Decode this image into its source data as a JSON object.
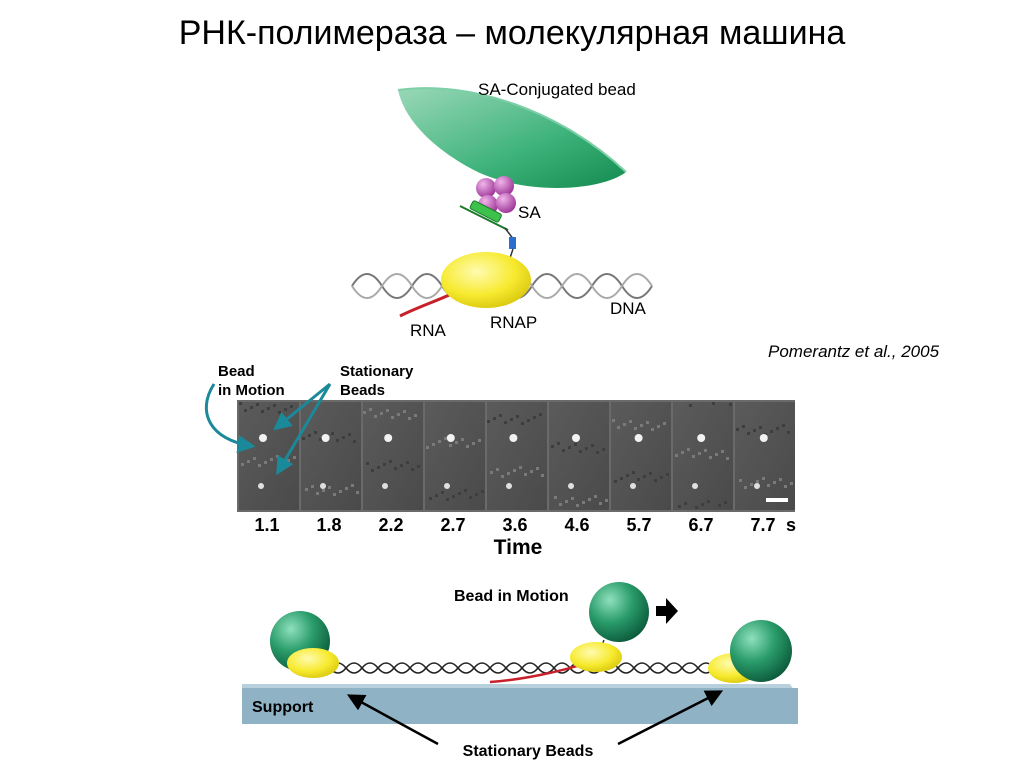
{
  "slide": {
    "title": "РНК-полимераза – молекулярная машина",
    "citation": "Pomerantz et al., 2005"
  },
  "schematic": {
    "bead_label": "SA-Conjugated bead",
    "sa_label": "SA",
    "rna_label": "RNA",
    "rnap_label": "RNAP",
    "dna_label": "DNA"
  },
  "microscopy": {
    "bead_in_motion_line1": "Bead",
    "bead_in_motion_line2": "in Motion",
    "stationary_line1": "Stationary",
    "stationary_line2": "Beads",
    "frames": [
      "1.1",
      "1.8",
      "2.2",
      "2.7",
      "3.6",
      "4.6",
      "5.7",
      "6.7",
      "7.7"
    ],
    "time_unit": "s",
    "axis_label": "Time"
  },
  "bottom_diagram": {
    "bead_in_motion": "Bead in Motion",
    "support_label": "Support",
    "stationary_beads": "Stationary Beads"
  },
  "colors": {
    "bead_green": "#2aa56e",
    "rnap_yellow": "#f5e93a",
    "sa_purple": "#b04fa8",
    "rna_red": "#c8202a",
    "arrow_teal": "#1a8a9a",
    "support_blue": "#8fb3c4"
  }
}
